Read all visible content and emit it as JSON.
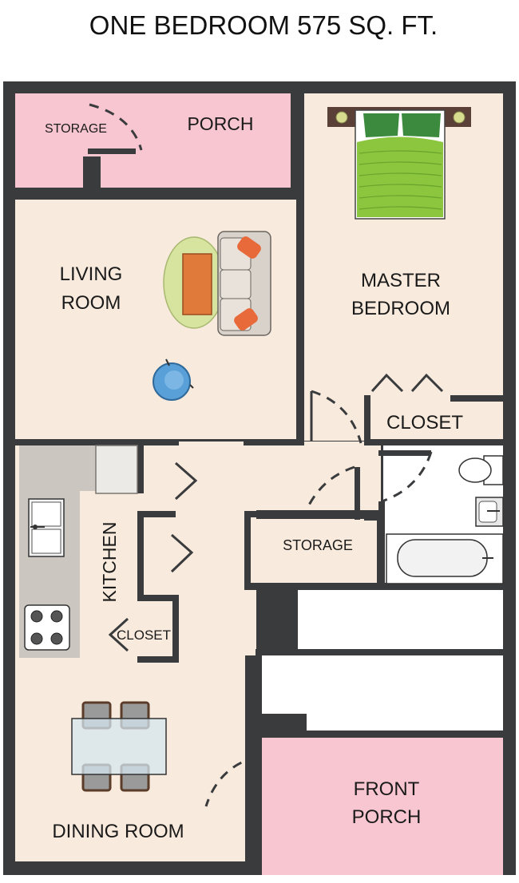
{
  "title": "ONE BEDROOM  575 SQ. FT.",
  "colors": {
    "wall": "#3a3b3d",
    "floor": "#f8eadc",
    "porch": "#f8c6d0",
    "white": "#ffffff",
    "counter": "#cbc6c0",
    "bed_green": "#8cc63f",
    "pillow_green": "#3b8a3e",
    "sofa": "#d8d2ca",
    "rug": "#d6e4a0",
    "table_orange": "#e07a3a",
    "chair_blue": "#5aa0d8"
  },
  "rooms": {
    "storage_top": "STORAGE",
    "porch": "PORCH",
    "living_line1": "LIVING",
    "living_line2": "ROOM",
    "master_line1": "MASTER",
    "master_line2": "BEDROOM",
    "closet_bedroom": "CLOSET",
    "storage_hall": "STORAGE",
    "kitchen": "KITCHEN",
    "closet_kitchen": "CLOSET",
    "front_porch_line1": "FRONT",
    "front_porch_line2": "PORCH",
    "dining": "DINING ROOM"
  },
  "icons": [
    "bed-icon",
    "sofa-icon",
    "armchair-icon",
    "coffee-table-icon",
    "sink-icon",
    "stove-icon",
    "refrigerator-icon",
    "toilet-icon",
    "bathroom-sink-icon",
    "bathtub-icon",
    "dining-table-icon"
  ]
}
